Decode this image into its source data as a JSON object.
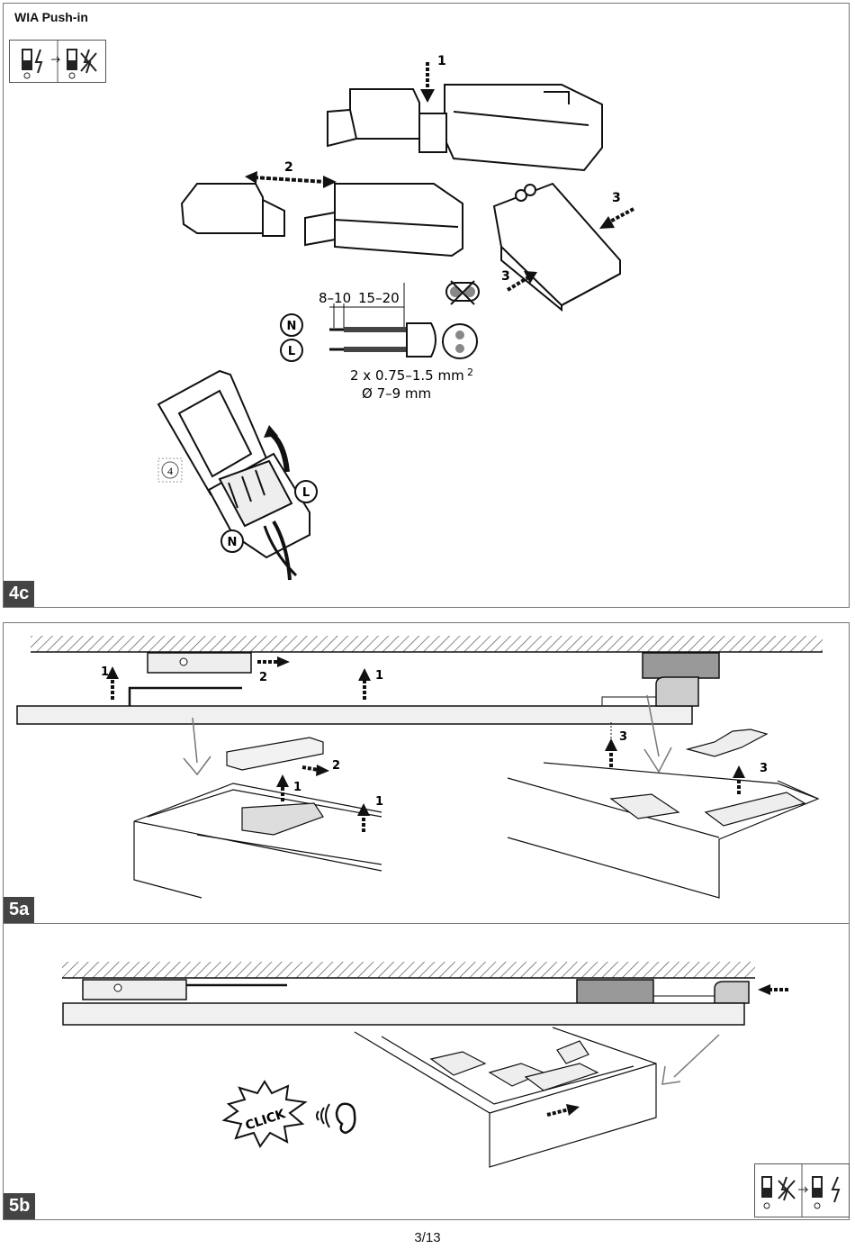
{
  "panel_4c": {
    "title": "WIA Push-in",
    "tag": "4c",
    "steps": {
      "s1": "1",
      "s2": "2",
      "s3a": "3",
      "s3b": "3",
      "s4": "4"
    },
    "strip": {
      "a": "8–10",
      "b": "15–20"
    },
    "terminals": {
      "n1": "N",
      "l1": "L",
      "n2": "N",
      "l2": "L"
    },
    "wire_spec": {
      "section": "2 x 0.75–1.5 mm",
      "sup": "2",
      "diameter": "Ø 7–9 mm"
    }
  },
  "panel_5a": {
    "tag": "5a",
    "steps": {
      "a": "1",
      "b": "2",
      "c": "1",
      "d": "2",
      "e": "1",
      "f": "1",
      "g": "3",
      "h": "3"
    }
  },
  "panel_5b": {
    "tag": "5b",
    "click": "CLICK"
  },
  "page": {
    "number": "3/13"
  }
}
